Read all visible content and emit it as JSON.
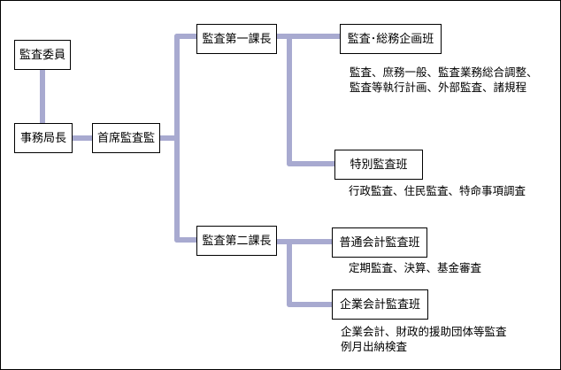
{
  "colors": {
    "connector": "#a8aad0",
    "border": "#000000",
    "background": "#ffffff"
  },
  "nodes": {
    "kansa_iin": "監査委員",
    "jimukyokucho": "事務局長",
    "shuseki_kansakan": "首席監査監",
    "kansa_daiichi_kacho": "監査第一課長",
    "kansa_daini_kacho": "監査第二課長",
    "kansa_somu_kikaku_han": "監査･総務企画班",
    "tokubetsu_kansa_han": "特別監査班",
    "futsu_kaikei_kansa_han": "普通会計監査班",
    "kigyo_kaikei_kansa_han": "企業会計監査班"
  },
  "descriptions": {
    "kansa_somu_kikaku_han": [
      "監査、庶務一般、監査業務総合調整、",
      "監査等執行計画、外部監査、諸規程"
    ],
    "tokubetsu_kansa_han": [
      "行政監査、住民監査、特命事項調査"
    ],
    "futsu_kaikei_kansa_han": [
      "定期監査、決算、基金審査"
    ],
    "kigyo_kaikei_kansa_han": [
      "企業会計、財政的援助団体等監査",
      "例月出納検査"
    ]
  }
}
